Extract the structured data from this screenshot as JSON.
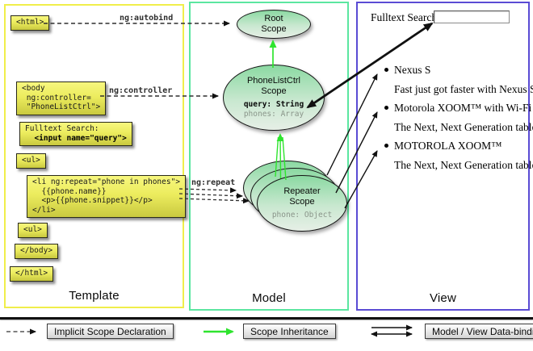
{
  "template_panel": {
    "label": "Template",
    "boxes": {
      "html_open": "<html>",
      "body_open_lines": [
        "<body",
        " ng:controller=",
        " \"PhoneListCtrl\">"
      ],
      "fulltext_label_code": "Fulltext Search:",
      "fulltext_input_code": "  <input name=\"query\">",
      "ul_open": "<ul>",
      "li_lines": [
        "<li ng:repeat=\"phone in phones\">",
        "  {{phone.name}}",
        "  <p>{{phone.snippet}}</p>",
        "</li>"
      ],
      "ul_close": "<ul>",
      "body_close": "</body>",
      "html_close": "</html>"
    },
    "connector_labels": {
      "autobind": "ng:autobind",
      "controller": "ng:controller",
      "repeat": "ng:repeat"
    }
  },
  "model_panel": {
    "label": "Model",
    "scopes": {
      "root": {
        "line1": "Root",
        "line2": "Scope"
      },
      "phonelist": {
        "line1": "PhoneListCtrl",
        "line2": "Scope",
        "prop_query": "query: String",
        "prop_phones": "phones: Array"
      },
      "repeater": {
        "line1": "Repeater",
        "line2": "Scope",
        "prop_phone": "phone: Object"
      }
    }
  },
  "view_panel": {
    "label": "View",
    "search_label": "Fulltext Search:",
    "search_value": "",
    "items": [
      {
        "title": "Nexus S",
        "subtitle": "Fast just got faster with Nexus S."
      },
      {
        "title": "Motorola XOOM™ with Wi-Fi",
        "subtitle": "The Next, Next Generation tablet."
      },
      {
        "title": "MOTOROLA XOOM™",
        "subtitle": "The Next, Next Generation tablet."
      }
    ]
  },
  "legend": {
    "implicit": "Implicit Scope Declaration",
    "inheritance": "Scope Inheritance",
    "binding": "Model / View Data-binding"
  },
  "colors": {
    "panel_template_border": "#f0ee4a",
    "panel_model_border": "#5be6a0",
    "panel_view_border": "#5a4bd4",
    "arrow_green": "#2ee42e",
    "scope_top": "#8bd9a2",
    "scope_bottom": "#e6efe6",
    "code_top": "#f7f77e",
    "code_bottom": "#c9c93f",
    "prop_muted": "#8a958a"
  }
}
